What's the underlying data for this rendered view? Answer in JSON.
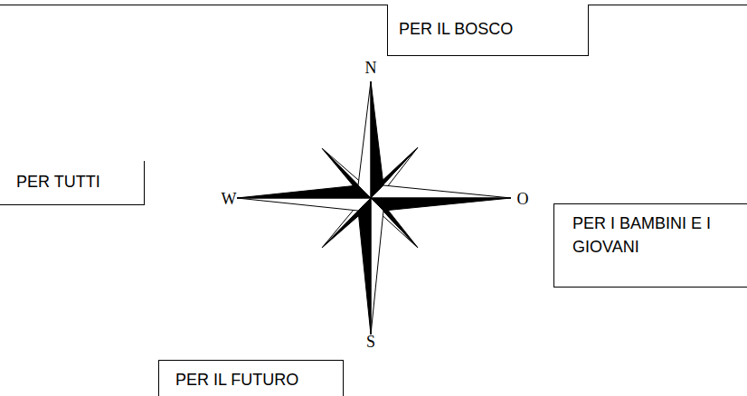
{
  "diagram": {
    "nodes": [
      {
        "text": [
          "PER IL BOSCO"
        ]
      },
      {
        "text": [
          "PER TUTTI"
        ]
      },
      {
        "text": [
          "PER I BAMBINI E I GIOVANI"
        ]
      },
      {
        "text": [
          "PER IL FUTURO"
        ]
      }
    ],
    "labels": [
      "N",
      "W",
      "O",
      "S"
    ]
  }
}
